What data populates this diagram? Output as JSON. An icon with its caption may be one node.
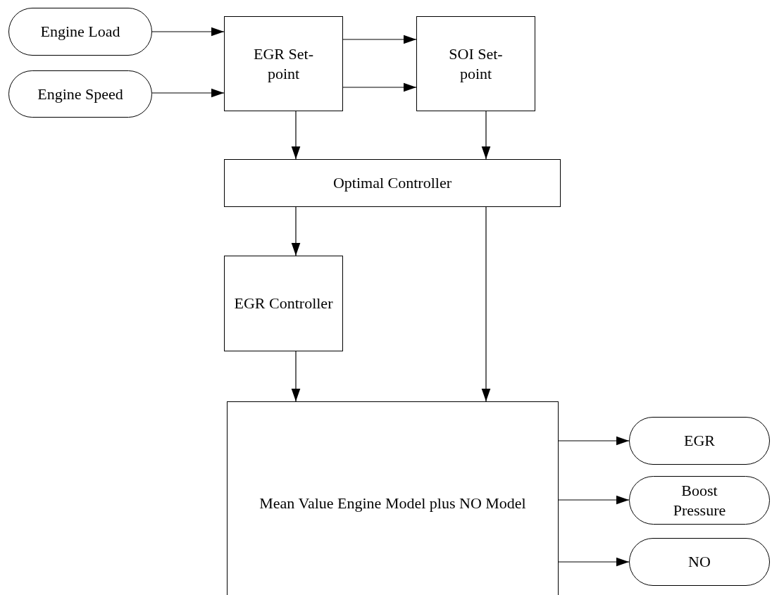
{
  "diagram": {
    "nodes": [
      {
        "text": [
          "Engine Load"
        ]
      },
      {
        "text": [
          "Engine Speed"
        ]
      },
      {
        "text": [
          "EGR Set-point"
        ]
      },
      {
        "text": [
          "SOI Set-point"
        ]
      },
      {
        "text": [
          "Optimal Controller"
        ]
      },
      {
        "text": [
          "EGR Controller"
        ]
      },
      {
        "text": [
          "Mean Value Engine Model plus NO Model"
        ]
      },
      {
        "text": [
          "EGR"
        ]
      },
      {
        "text": [
          "Boost Pressure"
        ]
      },
      {
        "text": [
          "NO"
        ]
      }
    ],
    "edges": [
      {
        "from": 0,
        "to": 2,
        "arrow": "to"
      },
      {
        "from": 1,
        "to": 2,
        "arrow": "to"
      },
      {
        "from": 2,
        "to": 3,
        "arrow": "to"
      },
      {
        "from": 2,
        "to": 3,
        "arrow": "to"
      },
      {
        "from": 2,
        "to": 4,
        "arrow": "to"
      },
      {
        "from": 3,
        "to": 4,
        "arrow": "to"
      },
      {
        "from": 4,
        "to": 5,
        "arrow": "to"
      },
      {
        "from": 4,
        "to": 6,
        "arrow": "to"
      },
      {
        "from": 5,
        "to": 6,
        "arrow": "to"
      },
      {
        "from": 6,
        "to": 7,
        "arrow": "to"
      },
      {
        "from": 6,
        "to": 8,
        "arrow": "to"
      },
      {
        "from": 6,
        "to": 9,
        "arrow": "to"
      }
    ]
  }
}
